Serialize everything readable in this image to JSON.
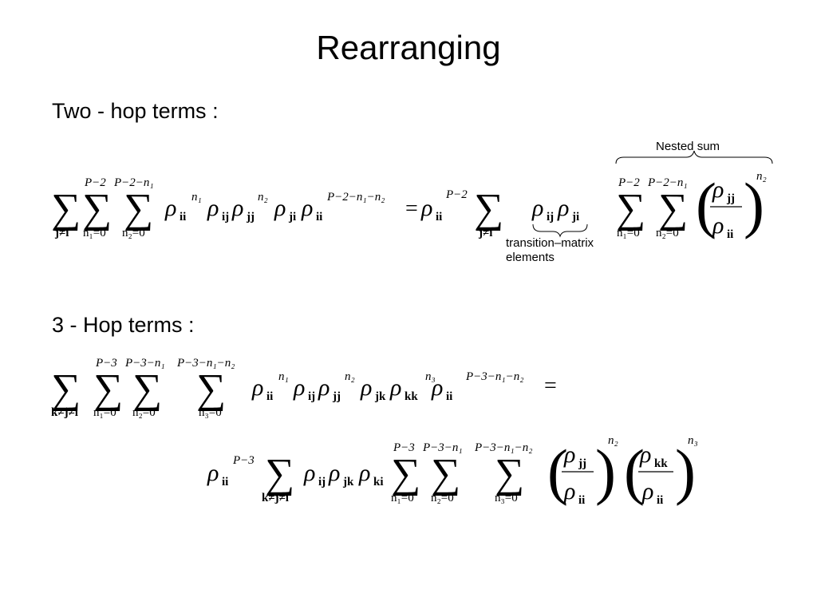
{
  "title": "Rearranging",
  "two_hop": {
    "heading": "Two - hop terms :",
    "nested_sum_label": "Nested sum",
    "transition_label_line1": "transition–matrix",
    "transition_label_line2": "elements"
  },
  "three_hop": {
    "heading": "3 - Hop terms :"
  },
  "math": {
    "sigma": "∑",
    "rho": "ρ",
    "equals": "=",
    "lparen": "(",
    "rparen": ")",
    "sub_ii": "ii",
    "sub_ij": "ij",
    "sub_jj": "jj",
    "sub_ji": "ji",
    "sub_jk": "jk",
    "sub_kk": "kk",
    "sub_ki": "ki",
    "exp_n1": "n₁",
    "exp_n2": "n₂",
    "exp_n3": "n₃",
    "exp_p2": "P−2",
    "exp_p3": "P−3",
    "exp_p2_rest": "P−2−n₁−n₂",
    "exp_p3_rest": "P−3−n₁−n₂",
    "lim_j_ne_i": "j≠i",
    "lim_k_ne_j_ne_i": "k≠j≠i",
    "lim_n1_0": "n₁=0",
    "lim_n2_0": "n₂=0",
    "lim_n3_0": "n₃=0",
    "lim_p2": "P−2",
    "lim_p3": "P−3",
    "lim_p2_n1": "P−2−n₁",
    "lim_p3_n1": "P−3−n₁",
    "lim_p3_n1_n2": "P−3−n₁−n₂"
  }
}
